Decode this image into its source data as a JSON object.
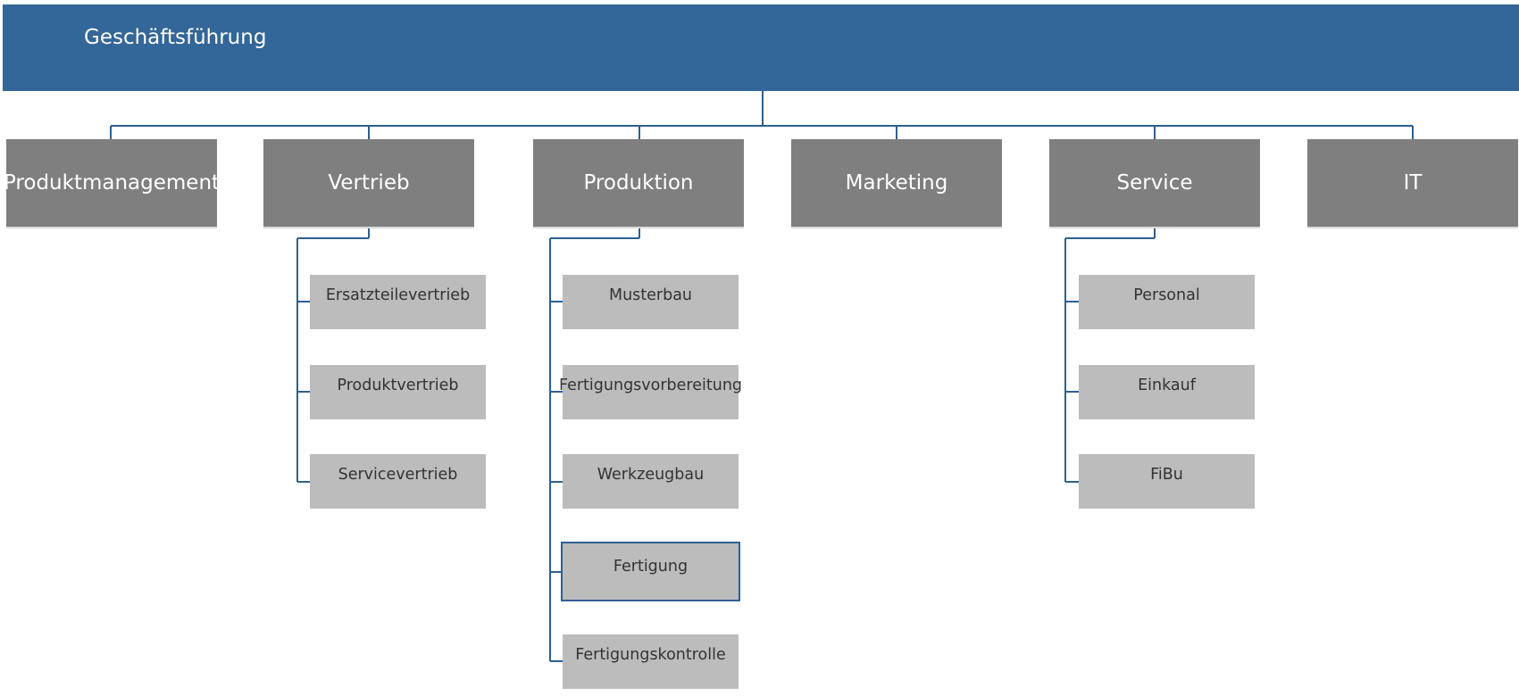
{
  "diagram": {
    "type": "org-chart",
    "connector_color": "#2f5f91",
    "top": {
      "label": "Geschäftsführung",
      "color": "#336699"
    },
    "departments": [
      {
        "label": "Produktmanagement",
        "color": "#7f7f7f",
        "children": []
      },
      {
        "label": "Vertrieb",
        "color": "#7f7f7f",
        "children": [
          "Ersatzteilevertrieb",
          "Produktvertrieb",
          "Servicevertrieb"
        ]
      },
      {
        "label": "Produktion",
        "color": "#7f7f7f",
        "children": [
          "Musterbau",
          "Fertigungsvorbereitung",
          "Werkzeugbau",
          "Fertigung",
          "Fertigungskontrolle"
        ]
      },
      {
        "label": "Marketing",
        "color": "#7f7f7f",
        "children": []
      },
      {
        "label": "Service",
        "color": "#7f7f7f",
        "children": [
          "Personal",
          "Einkauf",
          "FiBu"
        ]
      },
      {
        "label": "IT",
        "color": "#7f7f7f",
        "children": []
      }
    ],
    "selected": "Fertigung",
    "sub_color": "#bcbcbd"
  }
}
